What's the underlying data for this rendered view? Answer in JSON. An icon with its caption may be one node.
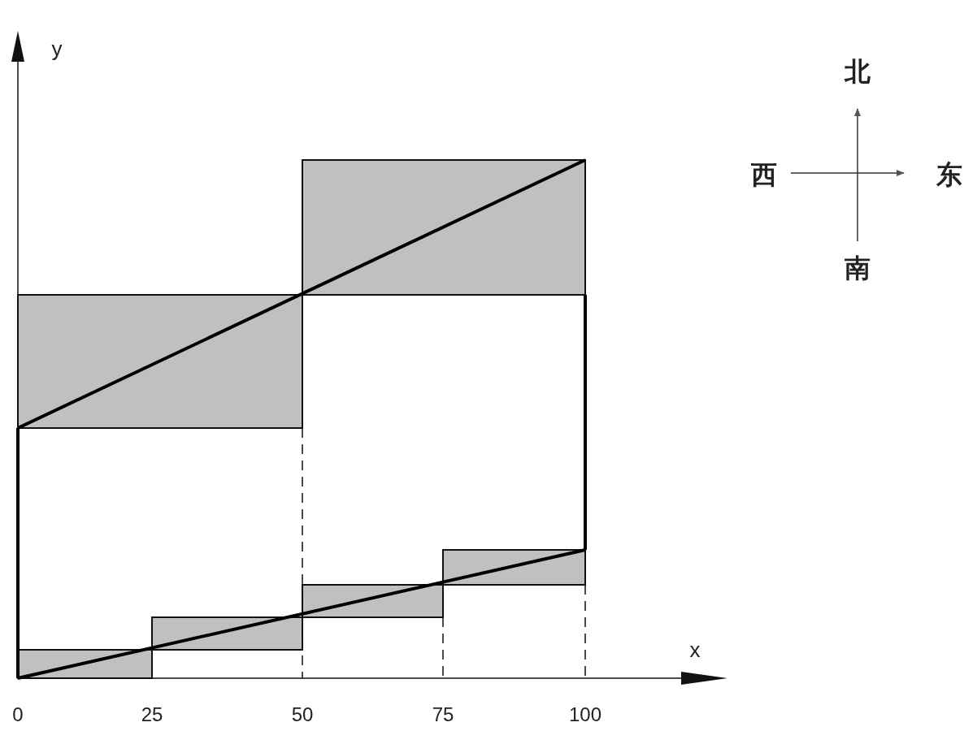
{
  "diagram": {
    "labels": [
      "y",
      "北",
      "西",
      "东",
      "南",
      "x",
      "0",
      "25",
      "50",
      "75",
      "100"
    ]
  }
}
